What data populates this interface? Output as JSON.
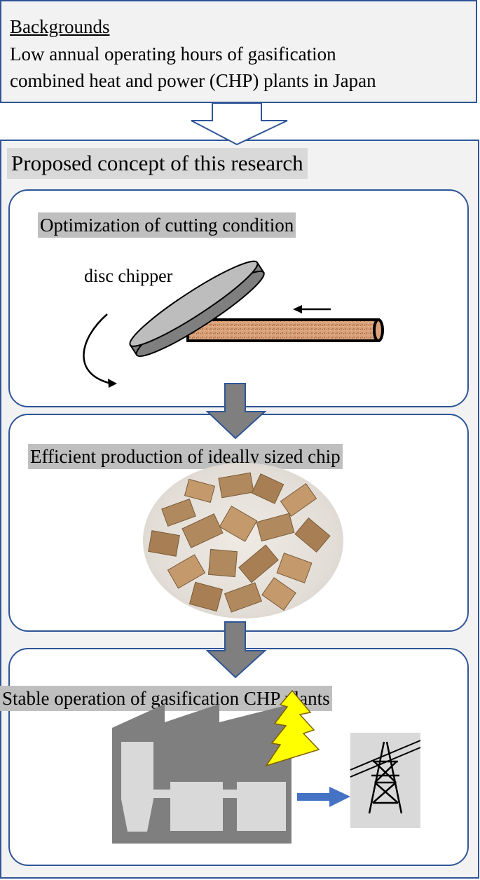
{
  "background": {
    "heading": "Backgrounds",
    "line1": "Low annual operating hours of gasification",
    "line2": "combined heat and power (CHP) plants in Japan"
  },
  "concept": {
    "title": "Proposed concept of this research",
    "steps": [
      {
        "label": "Optimization of cutting condition",
        "device_label": "disc chipper"
      },
      {
        "label": "Efficient production of ideally sized chip"
      },
      {
        "label": "Stable operation of gasification CHP plants"
      }
    ]
  },
  "icons": [
    "down-arrow-icon",
    "disc-chipper-icon",
    "log-icon",
    "wood-chips-image",
    "factory-icon",
    "lightning-icon",
    "right-arrow-icon",
    "power-tower-icon"
  ],
  "colors": {
    "border": "#2f5597",
    "panel_bg": "#f2f2f2",
    "highlight": "#bfbfbf",
    "arrow_gray": "#7f7f7f",
    "blue_arrow": "#4472c4",
    "lightning": "#ffff00",
    "log": "#d4956b"
  }
}
